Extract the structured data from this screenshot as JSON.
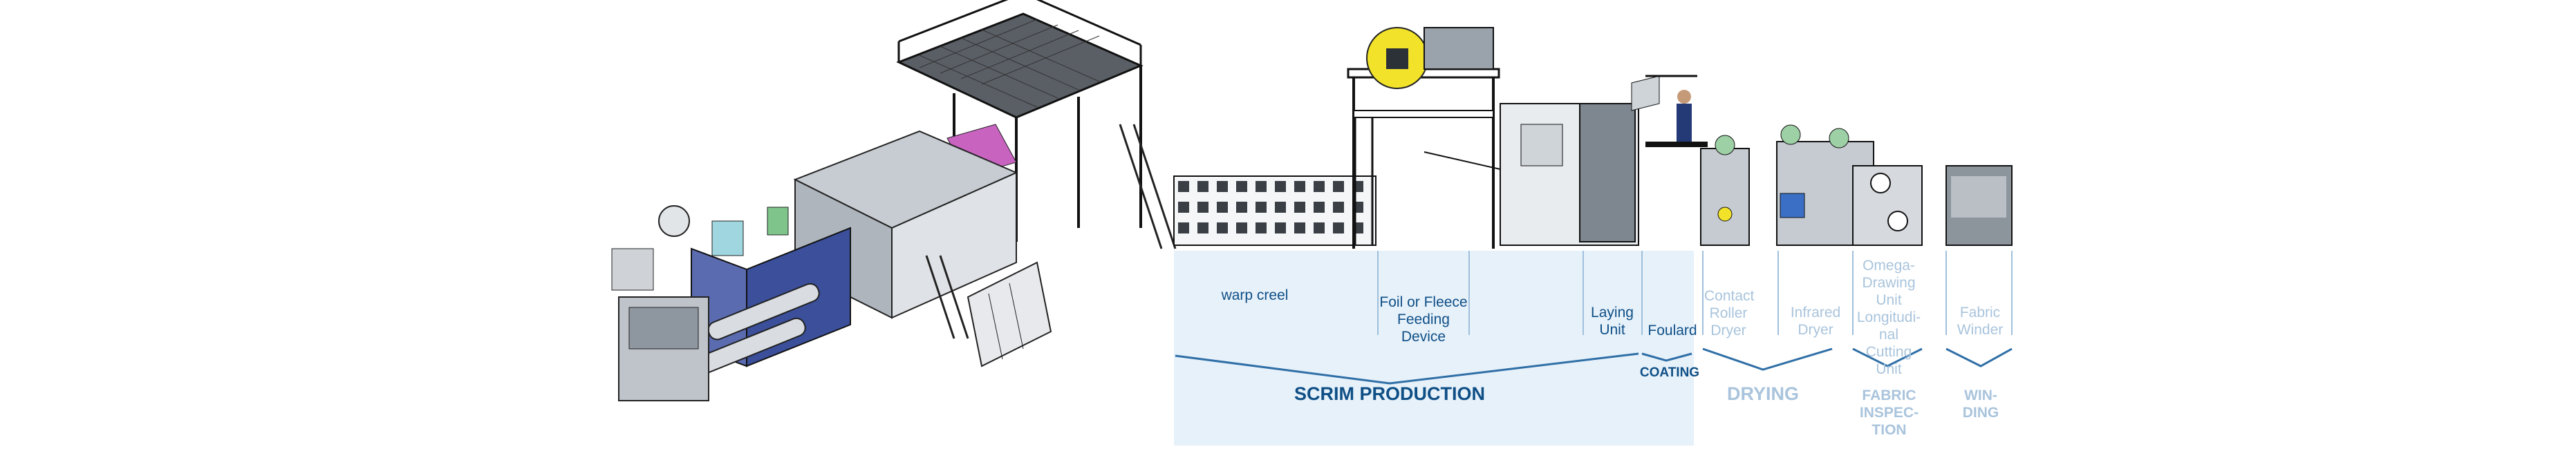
{
  "units": [
    {
      "id": "warp-creel",
      "label": "warp creel"
    },
    {
      "id": "foil-fleece",
      "label": "Foil or Fleece Feeding Device"
    },
    {
      "id": "laying-unit",
      "label": "Laying Unit"
    },
    {
      "id": "foulard",
      "label": "Foulard"
    },
    {
      "id": "contact-roller",
      "label": "Contact Roller Dryer"
    },
    {
      "id": "infrared-dryer",
      "label": "Infrared Dryer"
    },
    {
      "id": "omega",
      "label": "Omega-Drawing Unit Longitudi-nal Cutting Unit"
    },
    {
      "id": "fabric-winder",
      "label": "Fabric Winder"
    }
  ],
  "sections": [
    {
      "id": "scrim",
      "label": "SCRIM PRODUCTION"
    },
    {
      "id": "coating",
      "label": "COATING"
    },
    {
      "id": "drying",
      "label": "DRYING"
    },
    {
      "id": "inspection",
      "label": "FABRIC INSPEC-TION"
    },
    {
      "id": "winding",
      "label": "WIN-DING"
    }
  ],
  "colors": {
    "active_band": "#e6f1fa",
    "active_text": "#0f4f86",
    "inactive_text": "#a9c4dc",
    "divider": "#9fbfdc",
    "bracket": "#2f6fa6",
    "machine_blue": "#3b4f9a",
    "highlight_yellow": "#f2e32a",
    "accent_magenta": "#c864c0"
  }
}
